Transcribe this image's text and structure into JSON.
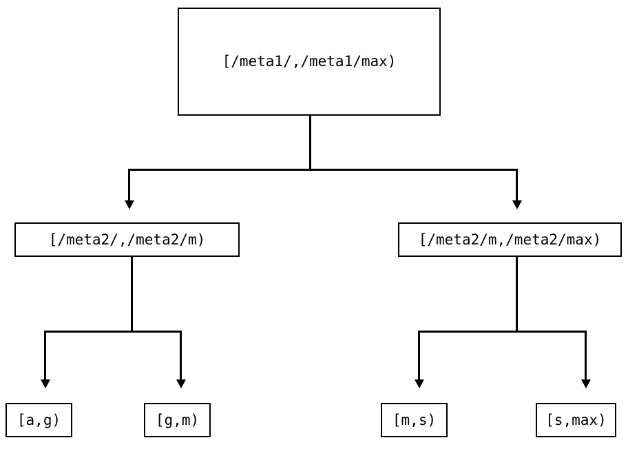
{
  "diagram": {
    "type": "tree",
    "title": "",
    "orientation": "top-down",
    "colors": {
      "background": "#ffffff",
      "stroke": "#000000",
      "text": "#000000",
      "node_fill": "#ffffff"
    },
    "nodes": {
      "root": {
        "label": "[/meta1/,/meta1/max)"
      },
      "mid_left": {
        "label": "[/meta2/,/meta2/m)"
      },
      "mid_right": {
        "label": "[/meta2/m,/meta2/max)"
      },
      "leaf_ag": {
        "label": "[a,g)"
      },
      "leaf_gm": {
        "label": "[g,m)"
      },
      "leaf_ms": {
        "label": "[m,s)"
      },
      "leaf_smax": {
        "label": "[s,max)"
      }
    },
    "edges": [
      {
        "from": "root",
        "to": "mid_left",
        "arrow": "down-triangle"
      },
      {
        "from": "root",
        "to": "mid_right",
        "arrow": "down-triangle"
      },
      {
        "from": "mid_left",
        "to": "leaf_ag",
        "arrow": "down-triangle"
      },
      {
        "from": "mid_left",
        "to": "leaf_gm",
        "arrow": "down-triangle"
      },
      {
        "from": "mid_right",
        "to": "leaf_ms",
        "arrow": "down-triangle"
      },
      {
        "from": "mid_right",
        "to": "leaf_smax",
        "arrow": "down-triangle"
      }
    ]
  }
}
